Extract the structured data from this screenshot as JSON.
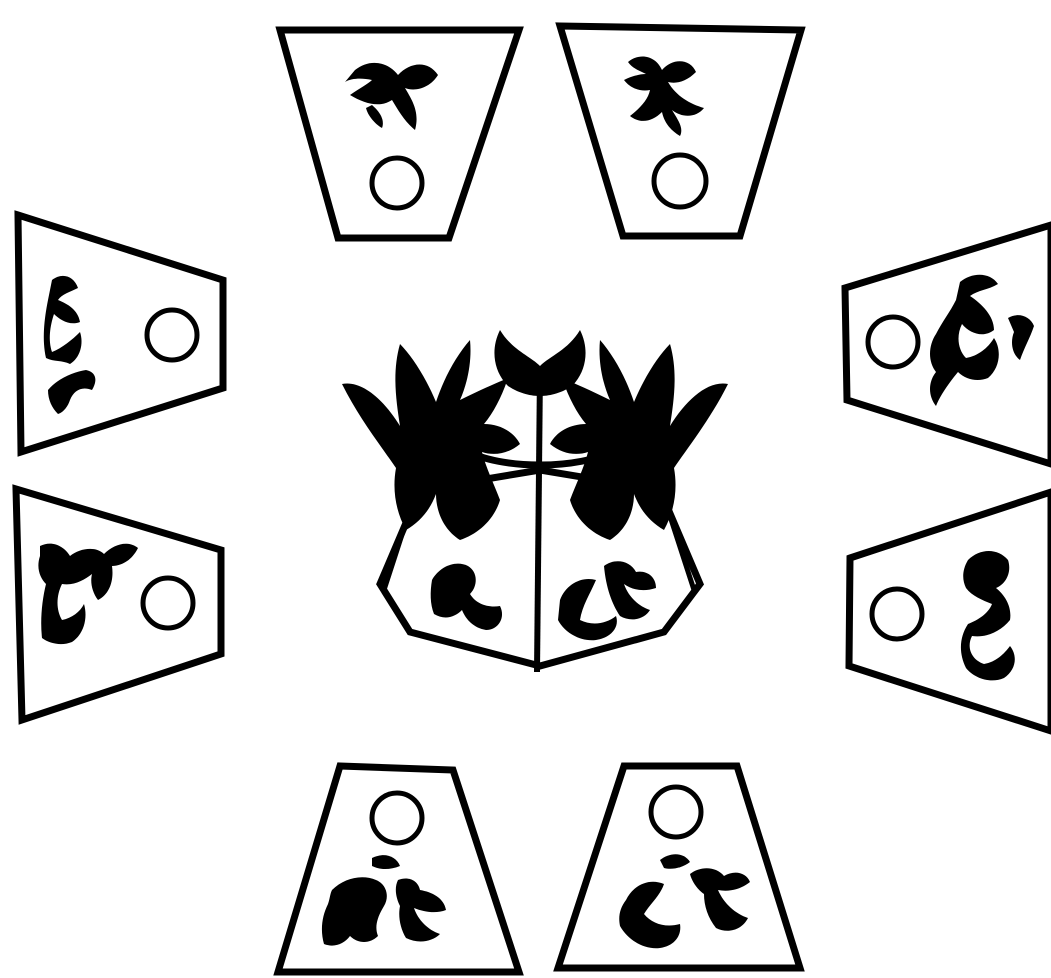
{
  "colors": {
    "ink": "#000000",
    "paper": "#ffffff"
  },
  "panels": [
    {
      "id": "top-left",
      "has_circle": true
    },
    {
      "id": "top-right",
      "has_circle": true
    },
    {
      "id": "left-upper",
      "has_circle": true
    },
    {
      "id": "left-lower",
      "has_circle": true
    },
    {
      "id": "right-upper",
      "has_circle": true
    },
    {
      "id": "right-lower",
      "has_circle": true
    },
    {
      "id": "bottom-left",
      "has_circle": true
    },
    {
      "id": "bottom-right",
      "has_circle": true
    }
  ],
  "center_figure": {
    "icon": "dragon-crown-emblem"
  }
}
